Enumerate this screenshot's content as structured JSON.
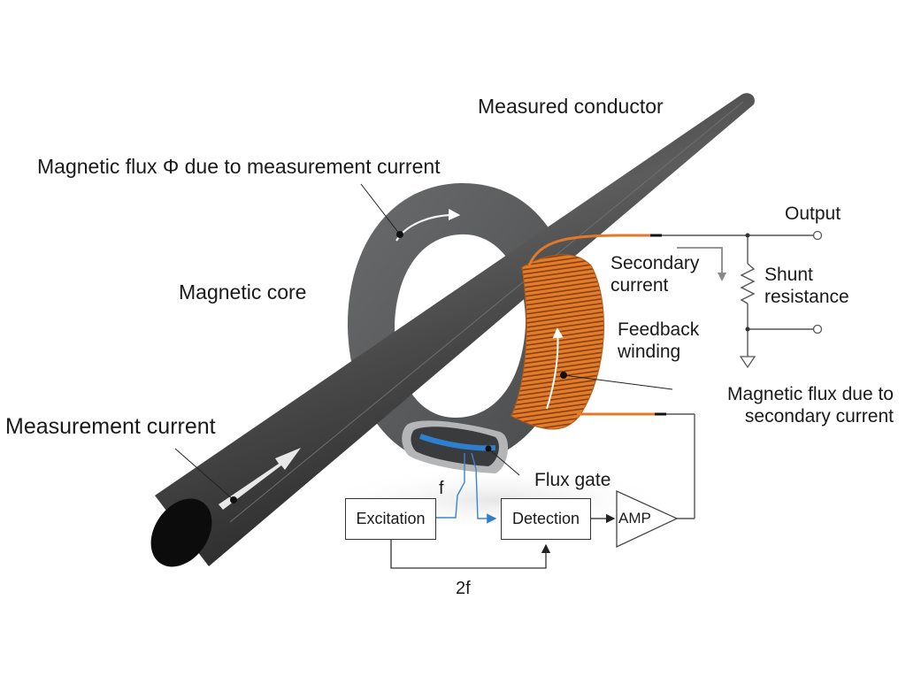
{
  "title": "Fluxgate current sensor principle",
  "labels": {
    "measured_conductor": "Measured conductor",
    "flux_measurement": "Magnetic flux Φ due to measurement current",
    "magnetic_core": "Magnetic core",
    "measurement_current": "Measurement current",
    "output": "Output",
    "secondary_current_1": "Secondary",
    "secondary_current_2": "current",
    "shunt_1": "Shunt",
    "shunt_2": "resistance",
    "feedback_1": "Feedback",
    "feedback_2": "winding",
    "flux_secondary_1": "Magnetic flux due to",
    "flux_secondary_2": "secondary current",
    "flux_gate": "Flux gate"
  },
  "blocks": {
    "excitation": "Excitation",
    "detection": "Detection",
    "amp": "AMP",
    "freq_f": "f",
    "freq_2f": "2f"
  },
  "colors": {
    "conductor": "#4a4a4a",
    "core": "#5a5b5c",
    "winding": "#e07a2a",
    "fluxgate": "#2f7fd0",
    "signal_line": "#3a85d0",
    "wire": "#444444"
  }
}
